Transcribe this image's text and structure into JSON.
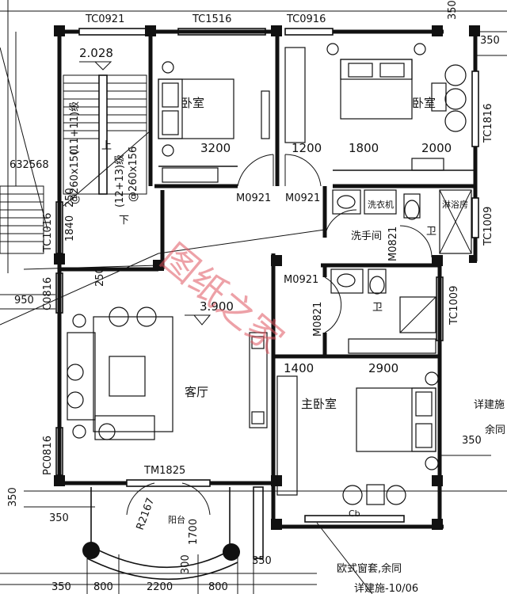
{
  "plan": {
    "watermark": "图纸之家",
    "rooms": {
      "bedroom_a": "卧室",
      "bedroom_b": "卧室",
      "master_bedroom": "主卧室",
      "living_room": "客厅",
      "washroom": "洗手间",
      "toilet_a": "卫",
      "toilet_b": "卫",
      "laundry": "洗衣机",
      "shower": "淋浴房",
      "balcony": "阳台"
    },
    "windows": {
      "tc0921": "TC0921",
      "tc1516": "TC1516",
      "tc0916": "TC0916",
      "tc1816": "TC1816",
      "tc1016": "TC1016",
      "tc1009_a": "TC1009",
      "tc1009_b": "TC1009",
      "c0816_a": "C0816",
      "pc0816": "PC0816",
      "tm1825": "TM1825"
    },
    "doors": {
      "m0921_a": "M0921",
      "m0921_b": "M0921",
      "m0921_c": "M0921",
      "m0821_a": "M0821",
      "m0821_b": "M0821"
    },
    "levels": {
      "stair_level": "2.028",
      "floor_level": "3.900"
    },
    "dimensions": {
      "d3200": "3200",
      "d1200": "1200",
      "d1800": "1800",
      "d2000": "2000",
      "d1400": "1400",
      "d2900": "2900",
      "d632568": "632568",
      "d1840": "1840",
      "d250a": "250",
      "d250b": "250",
      "d950": "950",
      "d350_tr": "350",
      "d350_top": "350",
      "d350_r": "350",
      "d350_l": "350",
      "d350_l2": "350",
      "d350_b1": "350",
      "d350_b2": "350",
      "d800_a": "800",
      "d800_b": "800",
      "d2200": "2200",
      "d1700": "1700",
      "d300": "300",
      "r2167": "R2167",
      "cb": "Cb"
    },
    "stair": {
      "note_a": "(11+11)级",
      "note_b": "(12+13)级",
      "spec_a": "@260x150",
      "spec_b": "@260x156",
      "up": "上",
      "down": "下"
    },
    "notes": {
      "euro_window": "欧式窗套,余同",
      "see_detail": "详建施",
      "see_detail_b": "余同",
      "ref": "详建施-10/06"
    }
  }
}
